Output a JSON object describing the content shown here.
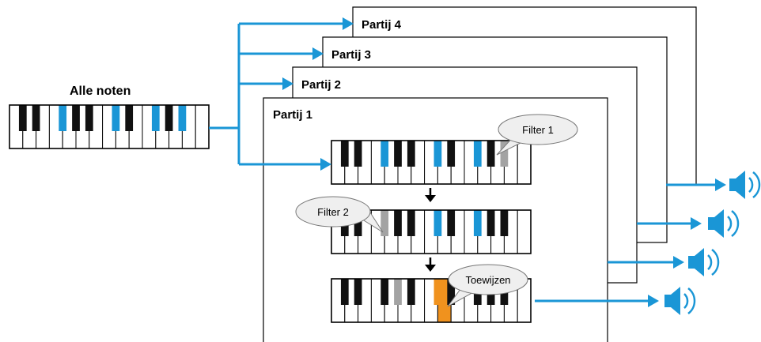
{
  "source_label": "Alle noten",
  "parts": [
    {
      "label": "Partij 1"
    },
    {
      "label": "Partij 2"
    },
    {
      "label": "Partij 3"
    },
    {
      "label": "Partij 4"
    }
  ],
  "stages": [
    {
      "bubble": "Filter 1"
    },
    {
      "bubble": "Filter 2"
    },
    {
      "bubble": "Toewijzen"
    }
  ],
  "speaker_icon": "speaker-icon",
  "colors": {
    "flow": "#1a96d6",
    "key_highlight": "#1a96d6",
    "key_filtered": "#a3a3a3",
    "key_assigned": "#f0921e",
    "border": "#000000"
  }
}
